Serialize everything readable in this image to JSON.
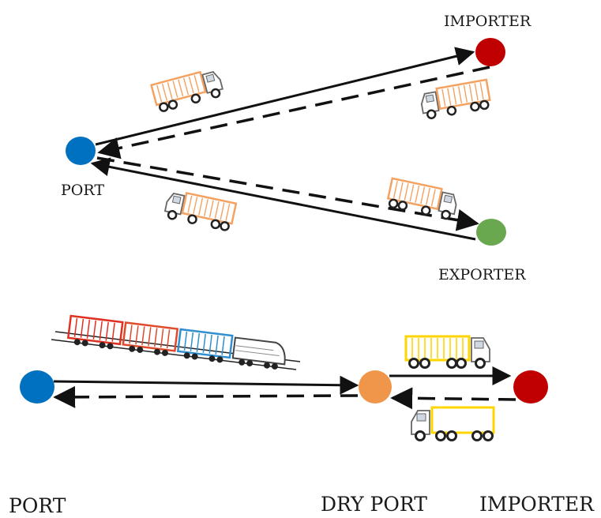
{
  "top_diagram": {
    "labels": {
      "importer": "IMPORTER",
      "port": "PORT",
      "exporter": "EXPORTER"
    },
    "node_colors": {
      "importer": "#c00000",
      "port": "#0070c0",
      "exporter": "#6aa84f"
    },
    "truck_color": "#f4a261",
    "truck_icons": [
      "truck-icon",
      "truck-icon",
      "truck-icon",
      "truck-icon"
    ]
  },
  "bottom_diagram": {
    "labels": {
      "port": "PORT",
      "dry_port": "DRY PORT",
      "importer": "IMPORTER"
    },
    "node_colors": {
      "port": "#0070c0",
      "dry_port": "#f0964a",
      "importer": "#c00000"
    },
    "train_icon": "train-icon",
    "wagon_colors": [
      "#e03020",
      "#e04a2a",
      "#2f8fd0"
    ],
    "truck_color": "#ffd500",
    "truck_icons": [
      "truck-icon",
      "truck-icon"
    ]
  }
}
